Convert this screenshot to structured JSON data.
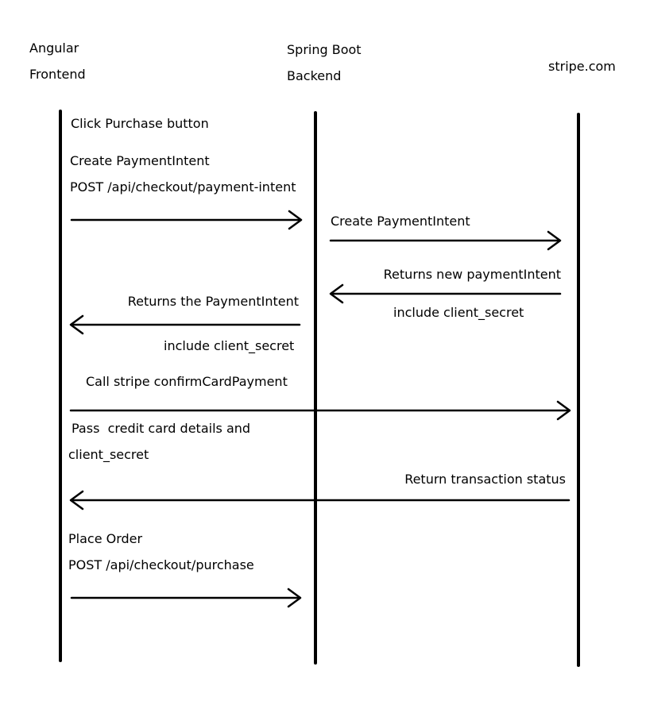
{
  "participants": {
    "frontend_line1": "Angular",
    "frontend_line2": "Frontend",
    "backend_line1": "Spring Boot",
    "backend_line2": "Backend",
    "stripe": "stripe.com"
  },
  "messages": {
    "click_purchase": "Click Purchase button",
    "create_intent_1": "Create PaymentIntent",
    "create_intent_2": "POST /api/checkout/payment-intent",
    "backend_create_intent": "Create PaymentIntent",
    "stripe_returns_1": "Returns new paymentIntent",
    "stripe_returns_2": "include client_secret",
    "backend_returns_1": "Returns the PaymentIntent",
    "backend_returns_2": "include client_secret",
    "confirm_payment": "Call stripe confirmCardPayment",
    "pass_details_1": "Pass  credit card details and",
    "pass_details_2": "client_secret",
    "return_status": "Return transaction status",
    "place_order_1": "Place Order",
    "place_order_2": "POST /api/checkout/purchase"
  }
}
